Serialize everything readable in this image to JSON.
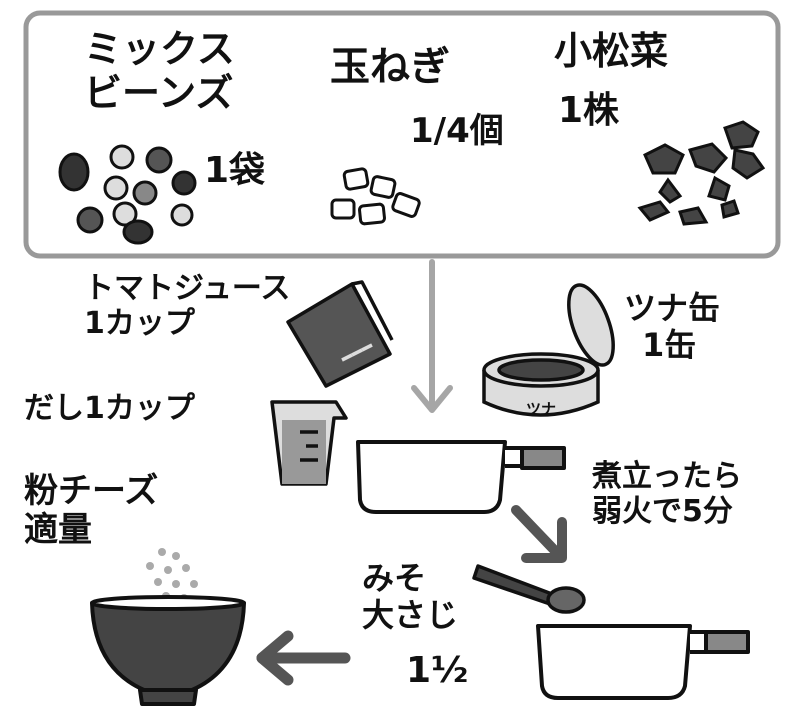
{
  "ingredients_box": {
    "items": [
      {
        "name_lines": [
          "ミックス",
          "ビーンズ"
        ],
        "amount": "1袋"
      },
      {
        "name_lines": [
          "玉ねぎ"
        ],
        "amount": "1/4個"
      },
      {
        "name_lines": [
          "小松菜"
        ],
        "amount": "1株"
      }
    ]
  },
  "steps": {
    "tomato_juice": {
      "lines": [
        "トマトジュース",
        "1カップ"
      ]
    },
    "tuna_can": {
      "lines": [
        "ツナ缶",
        "1缶"
      ],
      "can_label": "ツナ"
    },
    "dashi": {
      "label": "だし1カップ"
    },
    "simmer": {
      "lines": [
        "煮立ったら",
        "弱火で5分"
      ]
    },
    "miso": {
      "lines": [
        "みそ",
        "大さじ"
      ],
      "amount": "1½"
    },
    "cheese": {
      "lines": [
        "粉チーズ",
        "適量"
      ]
    }
  },
  "colors": {
    "box_border": "#999999",
    "outline": "#111111",
    "dark_fill": "#444444",
    "mid_fill": "#888888",
    "light_fill": "#dddddd",
    "arrow_gray": "#a6a6a6",
    "arrow_dark": "#555555"
  }
}
